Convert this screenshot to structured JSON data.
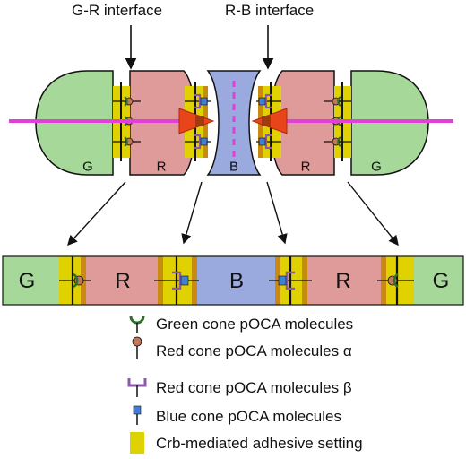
{
  "top_labels": {
    "gr_interface": "G-R interface",
    "rb_interface": "R-B interface"
  },
  "top_cells": [
    "G",
    "R",
    "B",
    "R",
    "G"
  ],
  "strip_cells": [
    "G",
    "R",
    "B",
    "R",
    "G"
  ],
  "legend": [
    {
      "icon": "green-cone-pocca-icon",
      "text": "Green cone pOCA molecules"
    },
    {
      "icon": "red-cone-pocca-alpha-icon",
      "text": "Red cone pOCA molecules α"
    },
    {
      "icon": "red-cone-pocca-beta-icon",
      "text": "Red cone pOCA molecules β"
    },
    {
      "icon": "blue-cone-pocca-icon",
      "text": "Blue cone pOCA molecules"
    },
    {
      "icon": "crb-adhesive-setting-icon",
      "text": "Crb-mediated adhesive setting"
    }
  ],
  "colors": {
    "green": "#a6d89a",
    "red": "#df9a9a",
    "blue": "#9aa9de",
    "adhesive_yellow": "#e0d200",
    "adhesive_orange": "#c98a10",
    "magenta": "#e040d8",
    "green_molecule": "#2e6f2e",
    "red_molecule": "#c0785a",
    "purple_molecule": "#8a5aa8",
    "blue_molecule": "#3f7fd6"
  }
}
